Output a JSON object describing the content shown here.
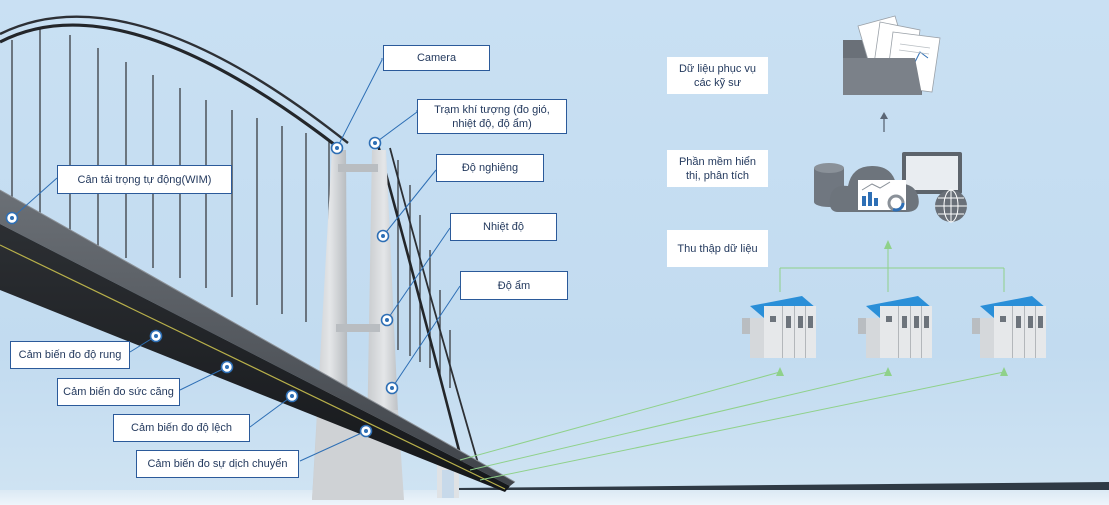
{
  "bridge_sensors": {
    "camera": "Camera",
    "weather_station": "Trạm khí tượng (đo gió,\nnhiệt độ, độ ẩm)",
    "inclination": "Độ nghiêng",
    "temperature": "Nhiệt độ",
    "humidity": "Độ ẩm",
    "wim": "Cân tải trọng tự động(WIM)",
    "vibration": "Cảm biến đo độ rung",
    "strain": "Cảm biến đo sức căng",
    "deflection": "Cảm biến đo độ lệch",
    "displacement": "Cảm biến đo sự dịch chuyển"
  },
  "system_flow": {
    "data_service": "Dữ liệu phục vụ\ncác kỹ sư",
    "software": "Phần mềm hiển\nthị, phân tích",
    "data_collection": "Thu thập dữ liệu"
  },
  "colors": {
    "label_border": "#2b5a9a",
    "leader_line": "#2e6fb5",
    "flow_line": "#8fd18a",
    "device_accent": "#2a8fd8"
  },
  "icons": {
    "folder": "documents-folder-icon",
    "cloud": "cloud-analytics-icon",
    "database": "database-icon",
    "monitor": "monitor-icon",
    "globe": "globe-icon",
    "device": "data-logger-icon",
    "arrow": "arrow-up-icon"
  }
}
